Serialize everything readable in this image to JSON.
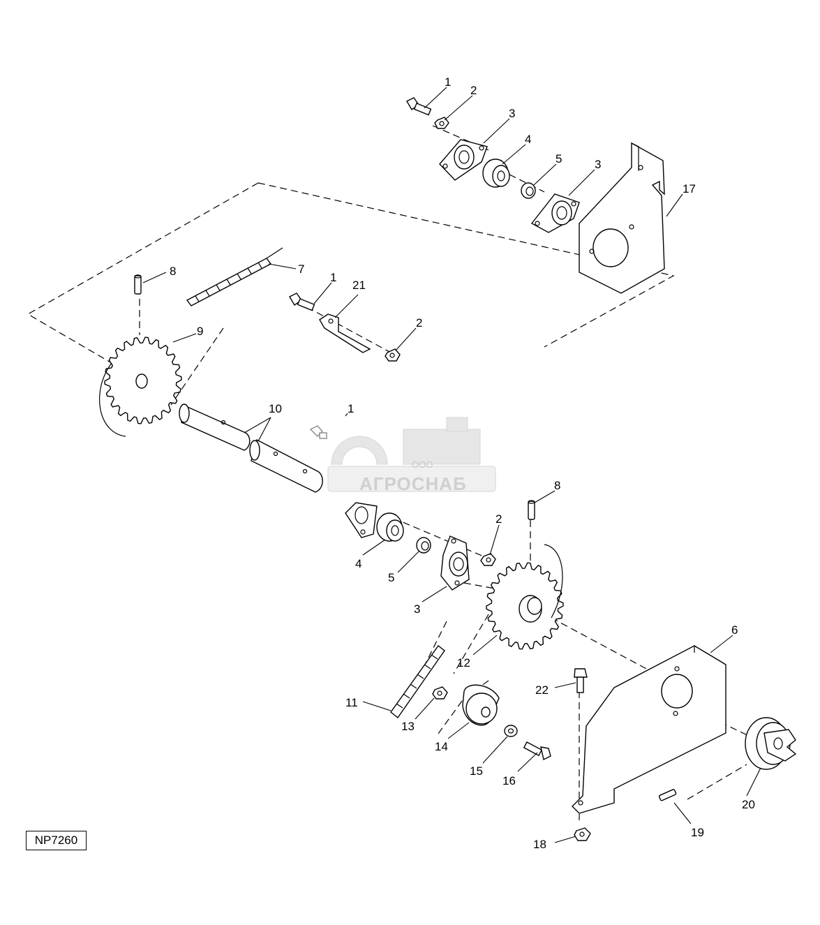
{
  "diagram": {
    "reference_code": "NP7260",
    "callouts": {
      "c1a": "1",
      "c2a": "2",
      "c3a": "3",
      "c4a": "4",
      "c5a": "5",
      "c3b": "3",
      "c17": "17",
      "c8a": "8",
      "c7": "7",
      "c1b": "1",
      "c21": "21",
      "c2b": "2",
      "c9": "9",
      "c10": "10",
      "c1c": "1",
      "c8b": "8",
      "c2c": "2",
      "c4b": "4",
      "c5b": "5",
      "c3c": "3",
      "c12": "12",
      "c6": "6",
      "c22": "22",
      "c11": "11",
      "c13": "13",
      "c14": "14",
      "c15": "15",
      "c16": "16",
      "c20": "20",
      "c19": "19",
      "c18": "18"
    },
    "watermark": {
      "company": "АГРОСНАБ",
      "prefix": "ООО"
    }
  }
}
